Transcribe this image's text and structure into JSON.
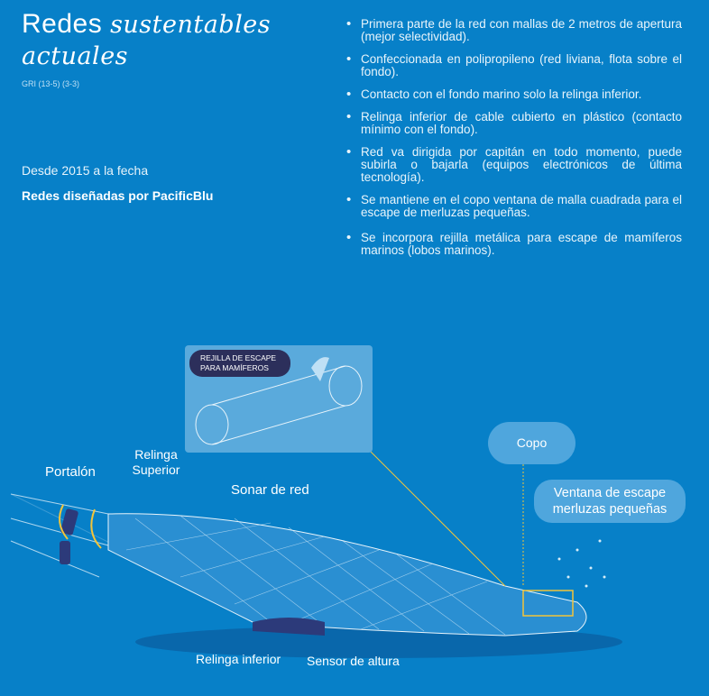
{
  "header": {
    "title_plain": "Redes",
    "title_italic_1": "sustentables",
    "title_italic_2": "actuales",
    "gri": "GRI (13-5) (3-3)",
    "since": "Desde 2015 a la fecha",
    "by": "Redes diseñadas por PacificBlu"
  },
  "bullets": [
    "Primera parte de la red con mallas de 2 metros de apertura (mejor selectividad).",
    "Confeccionada en polipropileno (red liviana, flota sobre el fondo).",
    "Contacto con el fondo marino solo la relinga inferior.",
    "Relinga inferior de cable cubierto en plástico (contacto mínimo con el fondo).",
    "Red va dirigida por capitán en todo momento, puede subirla o bajarla (equipos electrónicos de última tecnología).",
    "Se mantiene en el copo ventana de malla cuadrada para el escape de merluzas pequeñas.",
    "Se incorpora rejilla metálica para escape de mamíferos marinos (lobos marinos)."
  ],
  "diagram": {
    "inset_tag": "REJILLA DE ESCAPE PARA MAMÍFEROS",
    "portalon": "Portalón",
    "relinga_superior": "Relinga Superior",
    "sonar": "Sonar de red",
    "copo": "Copo",
    "ventana": "Ventana de escape merluzas pequeñas",
    "relinga_inferior": "Relinga inferior",
    "sensor": "Sensor de altura"
  }
}
